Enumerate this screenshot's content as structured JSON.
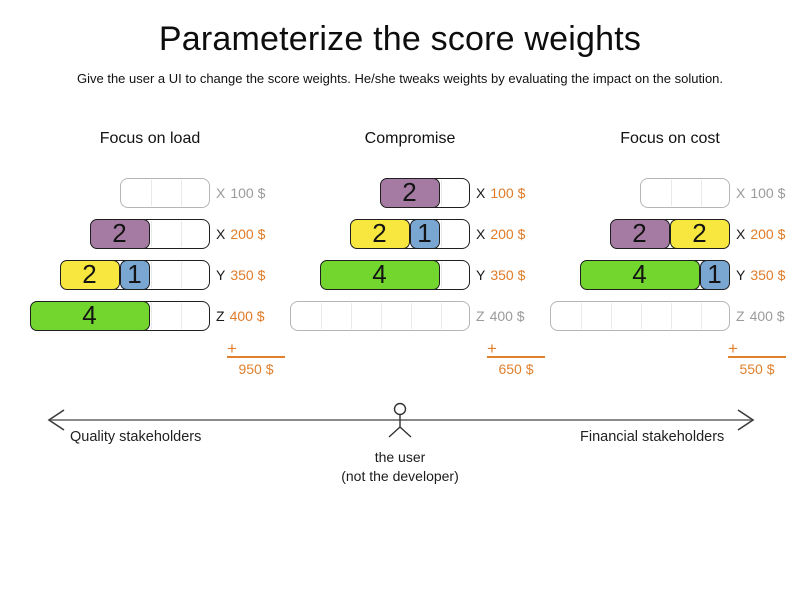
{
  "header": {
    "title": "Parameterize the score weights",
    "subtitle": "Give the user a UI to change the score weights. He/she tweaks weights by evaluating the impact on the solution."
  },
  "colors": {
    "purple": "#a57ba3",
    "yellow": "#f7e73e",
    "blue": "#7aa7d2",
    "green": "#72d62e",
    "orange_accent": "#e07b28",
    "inactive_gray": "#9b9b9b"
  },
  "symbols": {
    "plus": "+"
  },
  "panels": [
    {
      "title": "Focus on load",
      "rows": [
        {
          "resource": "X",
          "cost": "100 $",
          "capacity": 3,
          "blocks": []
        },
        {
          "resource": "X",
          "cost": "200 $",
          "capacity": 4,
          "blocks": [
            {
              "value": "2",
              "units": 2,
              "color": "purple"
            }
          ]
        },
        {
          "resource": "Y",
          "cost": "350 $",
          "capacity": 5,
          "blocks": [
            {
              "value": "2",
              "units": 2,
              "color": "yellow"
            },
            {
              "value": "1",
              "units": 1,
              "color": "blue"
            }
          ]
        },
        {
          "resource": "Z",
          "cost": "400 $",
          "capacity": 6,
          "blocks": [
            {
              "value": "4",
              "units": 4,
              "color": "green"
            }
          ]
        }
      ],
      "total": "950 $"
    },
    {
      "title": "Compromise",
      "rows": [
        {
          "resource": "X",
          "cost": "100 $",
          "capacity": 3,
          "blocks": [
            {
              "value": "2",
              "units": 2,
              "color": "purple"
            }
          ]
        },
        {
          "resource": "X",
          "cost": "200 $",
          "capacity": 4,
          "blocks": [
            {
              "value": "2",
              "units": 2,
              "color": "yellow"
            },
            {
              "value": "1",
              "units": 1,
              "color": "blue"
            }
          ]
        },
        {
          "resource": "Y",
          "cost": "350 $",
          "capacity": 5,
          "blocks": [
            {
              "value": "4",
              "units": 4,
              "color": "green"
            }
          ]
        },
        {
          "resource": "Z",
          "cost": "400 $",
          "capacity": 6,
          "blocks": []
        }
      ],
      "total": "650 $"
    },
    {
      "title": "Focus on cost",
      "rows": [
        {
          "resource": "X",
          "cost": "100 $",
          "capacity": 3,
          "blocks": []
        },
        {
          "resource": "X",
          "cost": "200 $",
          "capacity": 4,
          "blocks": [
            {
              "value": "2",
              "units": 2,
              "color": "purple"
            },
            {
              "value": "2",
              "units": 2,
              "color": "yellow"
            }
          ]
        },
        {
          "resource": "Y",
          "cost": "350 $",
          "capacity": 5,
          "blocks": [
            {
              "value": "4",
              "units": 4,
              "color": "green"
            },
            {
              "value": "1",
              "units": 1,
              "color": "blue"
            }
          ]
        },
        {
          "resource": "Z",
          "cost": "400 $",
          "capacity": 6,
          "blocks": []
        }
      ],
      "total": "550 $"
    }
  ],
  "axis": {
    "left_label": "Quality stakeholders",
    "right_label": "Financial stakeholders",
    "caption_line1": "the user",
    "caption_line2": "(not the developer)"
  }
}
